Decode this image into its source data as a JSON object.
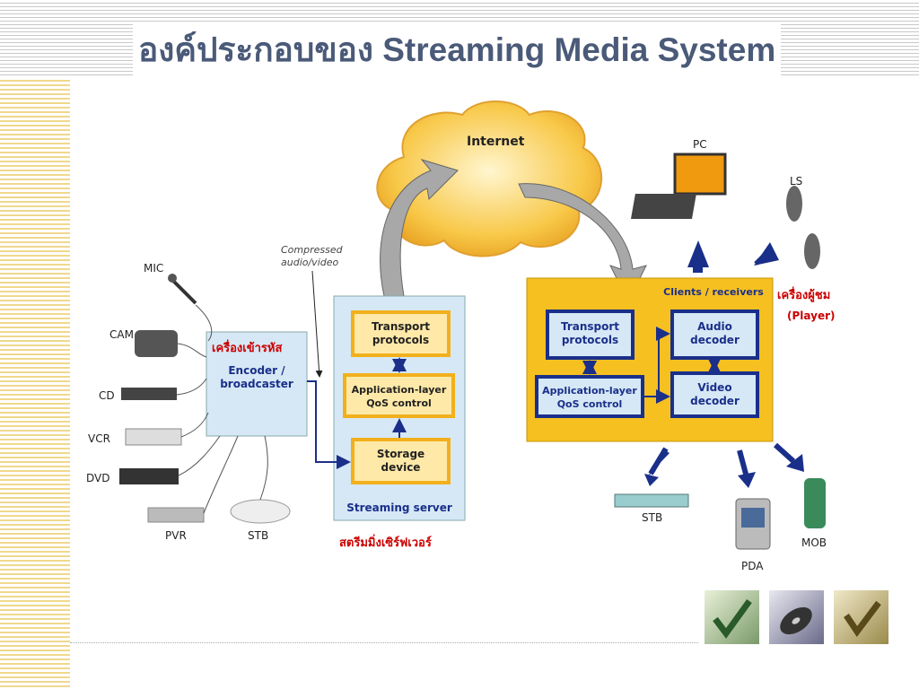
{
  "slide": {
    "title": "องค์ประกอบของ Streaming Media System"
  },
  "diagram": {
    "internet": "Internet",
    "compressed": "Compressed\naudio/video",
    "sources": [
      "MIC",
      "CAM",
      "CD",
      "VCR",
      "DVD",
      "PVR",
      "STB"
    ],
    "encoder": {
      "thai_label": "เครื่องเข้ารหัส",
      "label": "Encoder /\nbroadcaster"
    },
    "server": {
      "transport": "Transport\nprotocols",
      "qos": "Application-layer\nQoS control",
      "storage": "Storage\ndevice",
      "label": "Streaming server",
      "thai_label": "สตรีมมิ่งเซิร์ฟเวอร์"
    },
    "clients": {
      "label": "Clients / receivers",
      "transport": "Transport\nprotocols",
      "qos": "Application-layer\nQoS control",
      "audio": "Audio\ndecoder",
      "video": "Video\ndecoder"
    },
    "devices": [
      "PC",
      "LS",
      "STB",
      "PDA",
      "MOB"
    ],
    "player_thai": "เครื่องผู้ชม",
    "player": "(Player)"
  }
}
